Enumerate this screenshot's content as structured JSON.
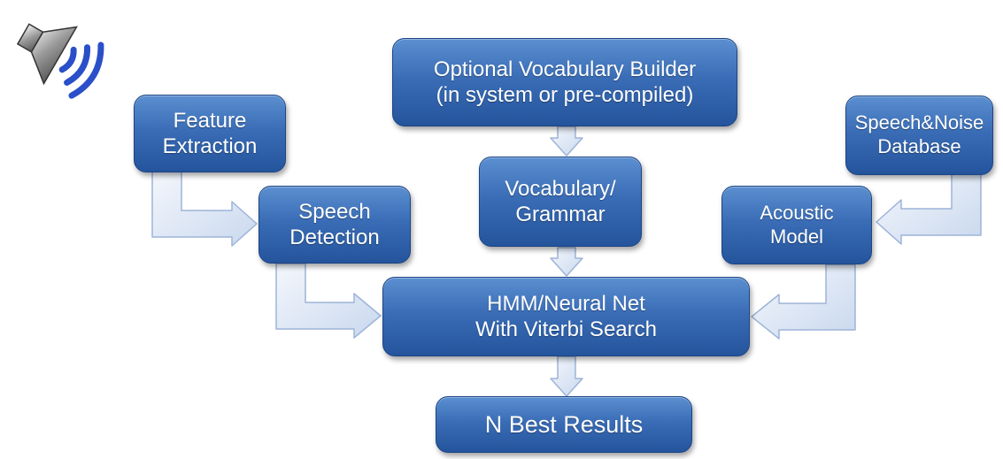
{
  "nodes": {
    "vocab_builder": {
      "line1": "Optional Vocabulary Builder",
      "line2": "(in system or pre-compiled)"
    },
    "feature_extraction": {
      "line1": "Feature",
      "line2": "Extraction"
    },
    "speech_noise_db": {
      "line1": "Speech&Noise",
      "line2": "Database"
    },
    "vocab_grammar": {
      "line1": "Vocabulary/",
      "line2": "Grammar"
    },
    "speech_detection": {
      "line1": "Speech",
      "line2": "Detection"
    },
    "acoustic_model": {
      "line1": "Acoustic",
      "line2": "Model"
    },
    "hmm": {
      "line1": "HMM/Neural Net",
      "line2": "With Viterbi Search"
    },
    "n_best": {
      "label": "N Best Results"
    }
  },
  "edges": [
    {
      "from": "vocab_builder",
      "to": "vocab_grammar"
    },
    {
      "from": "feature_extraction",
      "to": "speech_detection"
    },
    {
      "from": "speech_noise_db",
      "to": "acoustic_model"
    },
    {
      "from": "vocab_grammar",
      "to": "hmm"
    },
    {
      "from": "speech_detection",
      "to": "hmm"
    },
    {
      "from": "acoustic_model",
      "to": "hmm"
    },
    {
      "from": "hmm",
      "to": "n_best"
    }
  ],
  "colors": {
    "box_fill": "#3a6db6",
    "box_border": "#1d4585",
    "arrow_fill": "#dfe8f6",
    "arrow_stroke": "#9db4d8",
    "speaker_waves": "#2a4fc8"
  },
  "icons": {
    "speaker": "speaker-icon"
  }
}
